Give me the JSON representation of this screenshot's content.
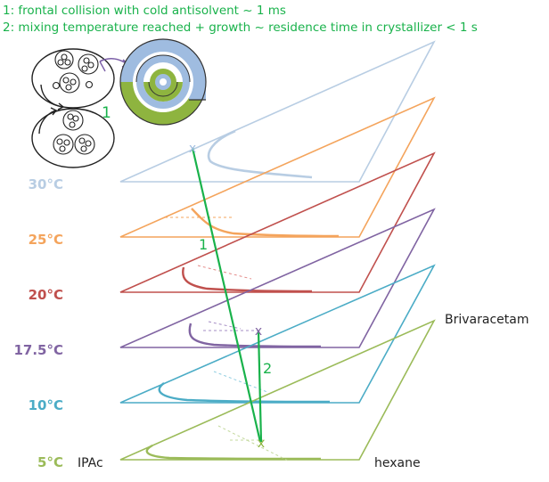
{
  "notes": [
    "1: frontal collision with cold antisolvent ~ 1 ms",
    "2: mixing temperature reached + growth ~ residence time in crystallizer < 1 s"
  ],
  "step_labels": {
    "one": "1",
    "two": "2"
  },
  "temperatures": [
    {
      "label": "30°C",
      "color": "#b8cde3"
    },
    {
      "label": "25°C",
      "color": "#f4a45c"
    },
    {
      "label": "20°C",
      "color": "#c0504d"
    },
    {
      "label": "17.5°C",
      "color": "#8064a2"
    },
    {
      "label": "10°C",
      "color": "#4bacc6"
    },
    {
      "label": "5°C",
      "color": "#9bbb59"
    }
  ],
  "components": {
    "left": "IPAc",
    "right": "hexane",
    "top": "Brivaracetam"
  },
  "marker": "x",
  "colors": {
    "path": "#19b24b"
  }
}
